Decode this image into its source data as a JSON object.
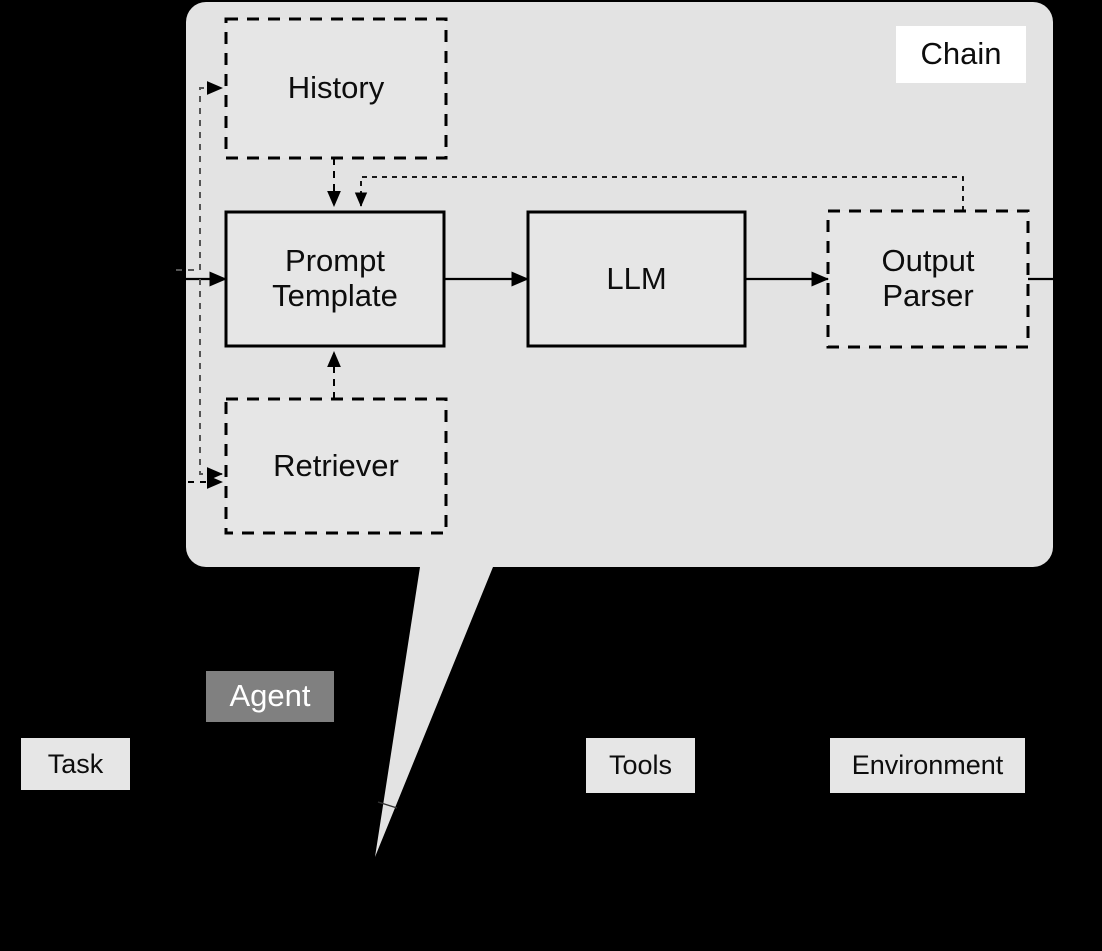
{
  "diagram": {
    "title": "Chain inside Agent architecture diagram",
    "background_color": "#000000",
    "chain_fill": "#e3e3e3",
    "node_fill": "#e6e6e6",
    "stroke_color": "#000000",
    "agent_fill": "#808080",
    "agent_text_color": "#ffffff",
    "chain_label_fill": "#ffffff"
  },
  "chain": {
    "label": "Chain",
    "nodes": [
      {
        "id": "history",
        "label": "History",
        "border": "dashed"
      },
      {
        "id": "prompt",
        "label": "Prompt\nTemplate",
        "border": "solid"
      },
      {
        "id": "llm",
        "label": "LLM",
        "border": "solid"
      },
      {
        "id": "parser",
        "label": "Output\nParser",
        "border": "dashed"
      },
      {
        "id": "retriever",
        "label": "Retriever",
        "border": "dashed"
      }
    ],
    "edges": [
      {
        "from": "external",
        "to": "prompt",
        "style": "solid",
        "arrow": true
      },
      {
        "from": "external",
        "to": "history",
        "style": "dashed",
        "arrow": true
      },
      {
        "from": "external",
        "to": "retriever",
        "style": "dashed",
        "arrow": true
      },
      {
        "from": "history",
        "to": "prompt",
        "style": "dashed",
        "arrow": true
      },
      {
        "from": "retriever",
        "to": "prompt",
        "style": "dashed",
        "arrow": true
      },
      {
        "from": "parser",
        "to": "prompt",
        "style": "dashed",
        "arrow": true,
        "note": "feedback loop"
      },
      {
        "from": "prompt",
        "to": "llm",
        "style": "solid",
        "arrow": true
      },
      {
        "from": "llm",
        "to": "parser",
        "style": "solid",
        "arrow": true
      },
      {
        "from": "parser",
        "to": "external",
        "style": "solid",
        "arrow": false
      }
    ]
  },
  "agent": {
    "label": "Agent",
    "related": [
      {
        "id": "task",
        "label": "Task"
      },
      {
        "id": "tools",
        "label": "Tools"
      },
      {
        "id": "environment",
        "label": "Environment"
      }
    ]
  }
}
